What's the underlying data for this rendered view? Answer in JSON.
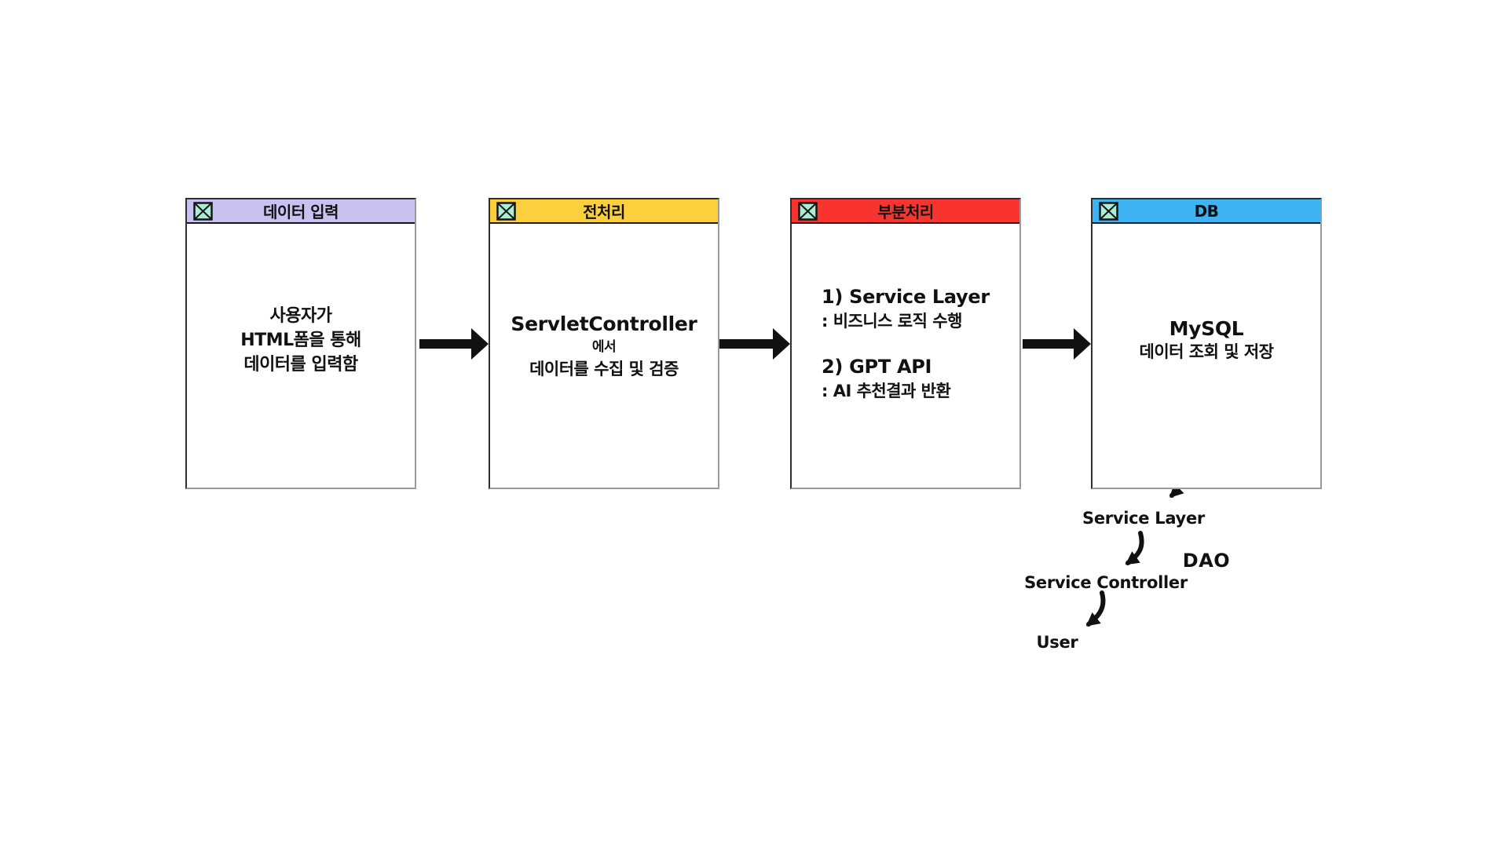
{
  "boxes": [
    {
      "title": "데이터 입력",
      "header_color": "#c9c2f0",
      "lines": [
        "사용자가",
        "HTML폼을 통해",
        "데이터를 입력함"
      ]
    },
    {
      "title": "전처리",
      "header_color": "#fccf3c",
      "lines": [
        "ServletController",
        "에서",
        "데이터를 수집 및 검증"
      ]
    },
    {
      "title": "부분처리",
      "header_color": "#f9332e",
      "items": [
        {
          "title": "1) Service Layer",
          "desc": ": 비즈니스 로직 수행"
        },
        {
          "title": "2) GPT API",
          "desc": ": AI 추천결과 반환"
        }
      ]
    },
    {
      "title": "DB",
      "header_color": "#3fb2f3",
      "lines": [
        "MySQL",
        "데이터 조회 및 저장"
      ],
      "footer_label": "DAO"
    }
  ],
  "flow_chain": {
    "labels": [
      "Service Layer",
      "Service Controller",
      "User"
    ]
  },
  "icons": {
    "header_icon": "boxed-x-icon"
  },
  "colors": {
    "background": "#ffffff",
    "arrow": "#111111",
    "icon_fill": "#a9edd3",
    "header_purple": "#c9c2f0",
    "header_yellow": "#fccf3c",
    "header_red": "#f9332e",
    "header_blue": "#3fb2f3",
    "box_border_dark": "#2e2e2e",
    "box_border_light": "#9a9aa0"
  }
}
